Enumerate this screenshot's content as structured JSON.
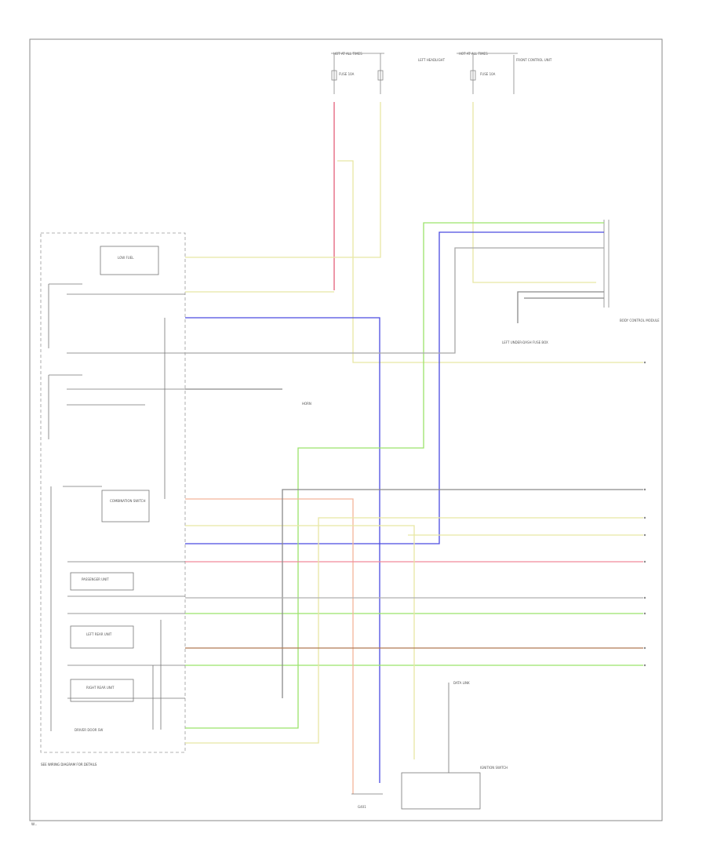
{
  "diagram": {
    "footer_id": "W...",
    "left_caption": "SEE WIRING DIAGRAM FOR DETAILS",
    "fuse_labels": [
      "HOT AT ALL TIMES",
      "FUSE 10A",
      "LEFT HEADLIGHT",
      "HOT AT ALL TIMES",
      "FUSE 10A",
      "FRONT CONTROL UNIT"
    ],
    "component_labels": {
      "top_left_box": "LOW FUEL",
      "combination_switch": "COMBINATION SWITCH",
      "horn": "HORN",
      "body_ecu": "BODY CONTROL MODULE",
      "left_underdash": "LEFT UNDER-DASH FUSE BOX",
      "passenger_unit": "PASSENGER UNIT",
      "left_rear_unit": "LEFT REAR UNIT",
      "right_rear_unit": "RIGHT REAR UNIT",
      "door_sw": "DRIVER DOOR SW",
      "ground_left": "G401",
      "ignition_switch": "IGNITION SWITCH",
      "data_link": "DATA LINK"
    },
    "wire_colors": {
      "red": "#e35f7a",
      "yellow": "#e8e6a3",
      "blue": "#4a4ae0",
      "green": "#9be36b",
      "orange": "#f3b59a",
      "grey": "#8a8a8a",
      "brown": "#b07a55"
    }
  }
}
